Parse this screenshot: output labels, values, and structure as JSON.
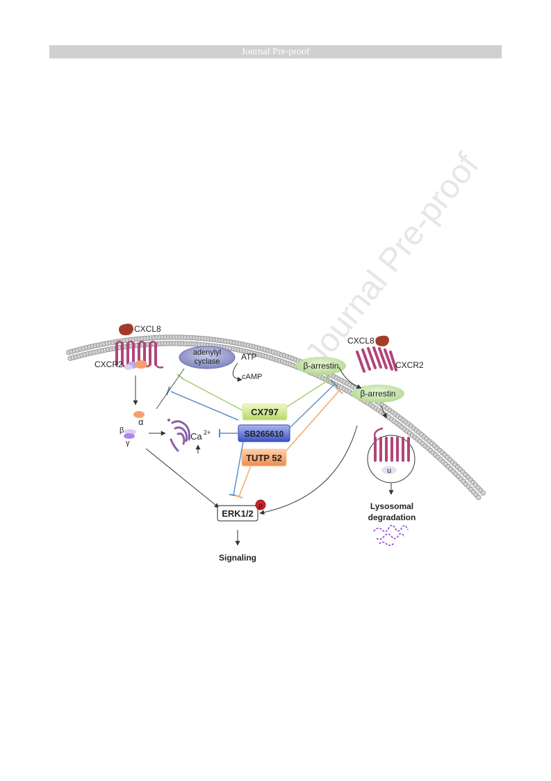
{
  "header": {
    "title": "Journal Pre-proof"
  },
  "watermark": {
    "text": "Journal Pre-proof"
  },
  "diagram": {
    "labels": {
      "cxcl8_left": "CXCL8",
      "cxcr2_left": "CXCR2",
      "adenylyl_cyclase_line1": "adenylyl",
      "adenylyl_cyclase_line2": "cyclase",
      "atp": "ATP",
      "camp": "cAMP",
      "beta_arrestin_1": "β-arrestin",
      "beta_arrestin_2": "β-arrestin",
      "cxcl8_right": "CXCL8",
      "cxcr2_right": "CXCR2",
      "alpha": "α",
      "beta": "β",
      "gamma": "γ",
      "calcium": "Ca",
      "calcium_sup": "2+",
      "ubiquitin": "u",
      "lysosomal_line1": "Lysosomal",
      "lysosomal_line2": "degradation",
      "erk": "ERK1/2",
      "phospho": "p",
      "signaling": "Signaling"
    },
    "compounds": [
      {
        "label": "CX797",
        "color": "#c8e07a"
      },
      {
        "label": "SB265610",
        "color": "#5c73d6"
      },
      {
        "label": "TUTP 52",
        "color": "#f5a06a"
      }
    ],
    "colors": {
      "receptor": "#b0457a",
      "ligand": "#a33b2a",
      "adenylyl": "#8a90c4",
      "arrestin": "#bfe0a0",
      "inhibit_green": "#a6cc6a",
      "inhibit_blue": "#5b8fc9",
      "inhibit_orange": "#f1a76a",
      "membrane": "#8a8a8a",
      "debris": "#8a3fd6"
    }
  }
}
